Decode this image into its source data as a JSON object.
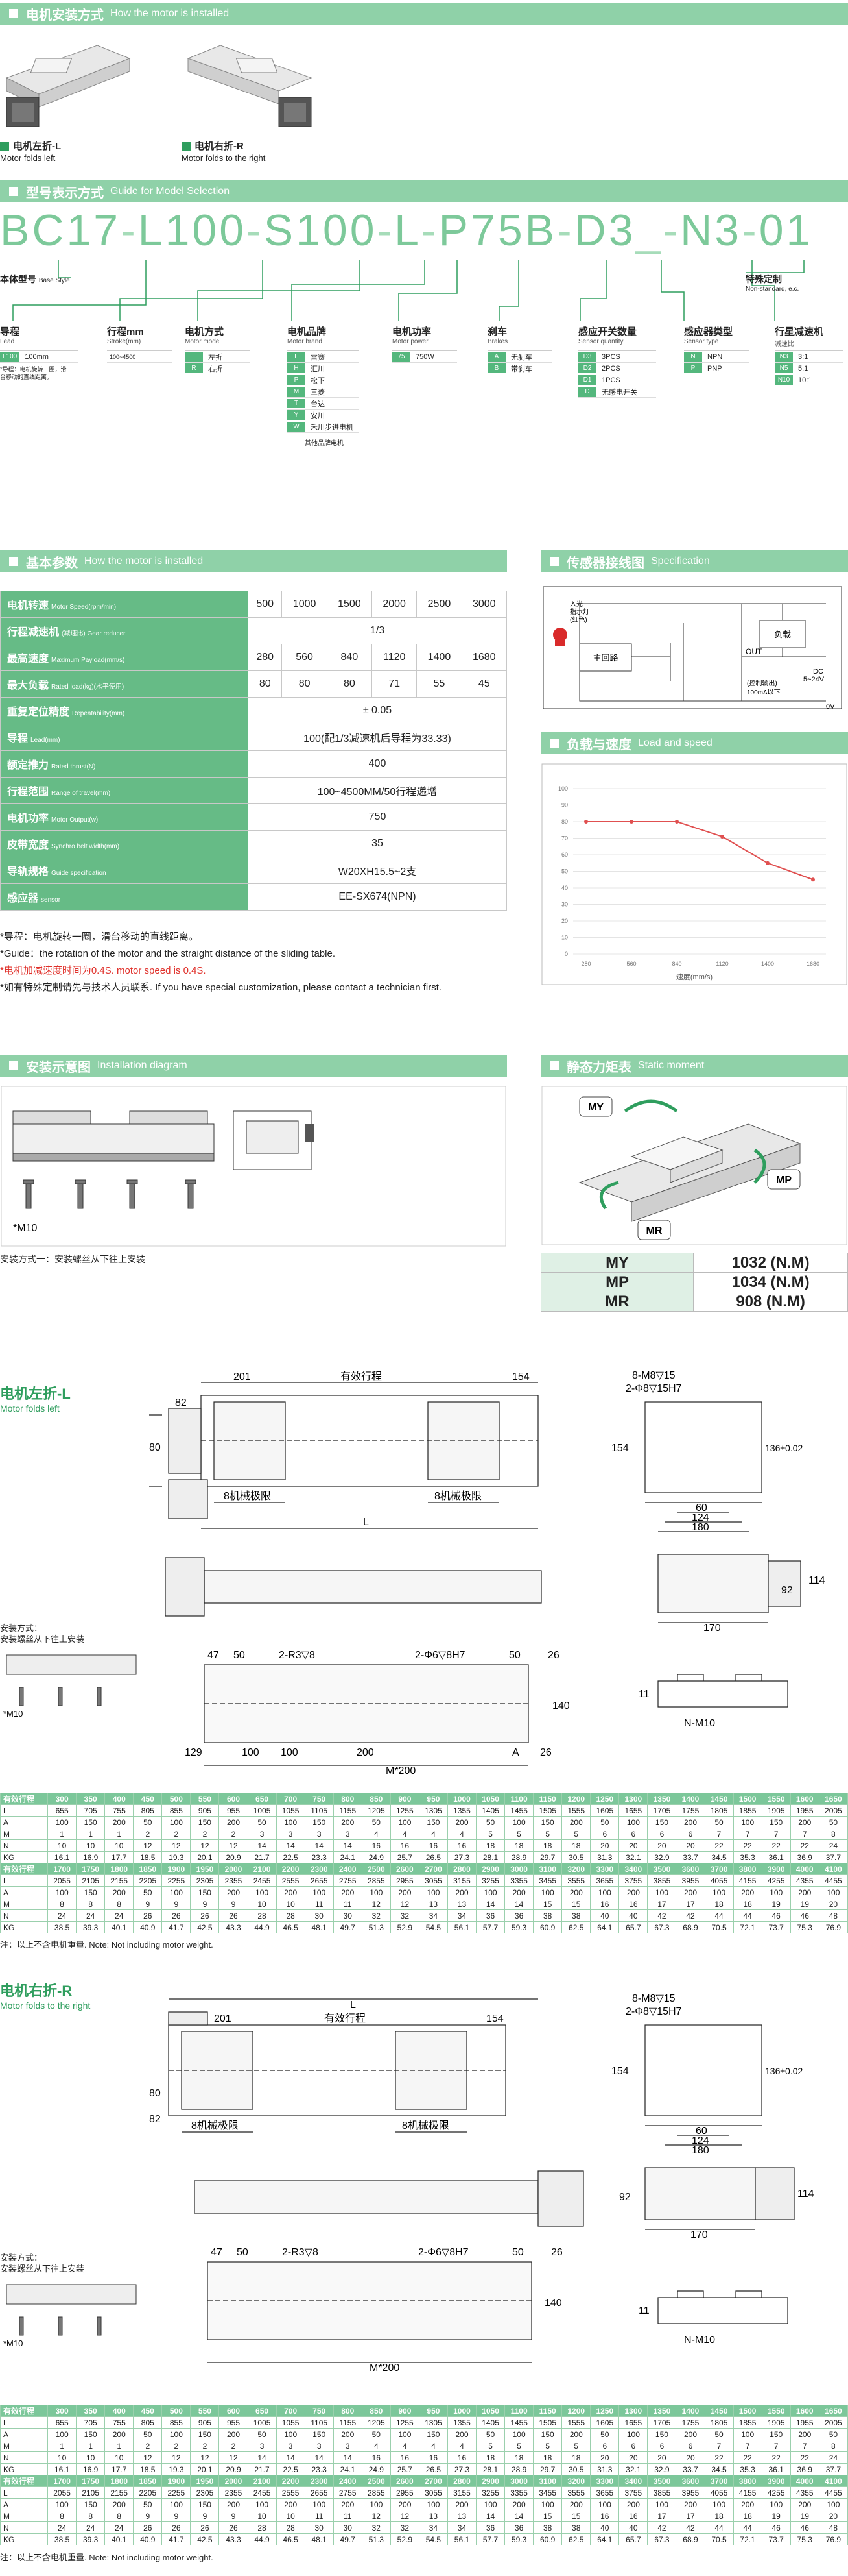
{
  "sections": {
    "install_title": "电机安装方式",
    "install_title_en": "How the motor is installed",
    "model_title": "型号表示方式",
    "model_title_en": "Guide for Model Selection",
    "basic_title": "基本参数",
    "basic_title_en": "How the motor is installed",
    "sensor_title": "传感器接线图",
    "sensor_title_en": "Specification",
    "load_title": "负载与速度",
    "load_title_en": "Load and speed",
    "mount_title": "安装示意图",
    "mount_title_en": "Installation diagram",
    "moment_title": "静态力矩表",
    "moment_title_en": "Static moment"
  },
  "install": {
    "left_label": "电机左折-L",
    "left_en": "Motor folds left",
    "right_label": "电机右折-R",
    "right_en": "Motor folds to the right"
  },
  "model_code": [
    "BC17",
    "-",
    "L100",
    "-",
    "S100",
    "-",
    "L",
    "-",
    "P75B",
    "-",
    "D3",
    "_",
    "-",
    "N3",
    "-",
    "01"
  ],
  "model_fields": {
    "base": "本体型号",
    "base_en": "Base Style",
    "custom": "特殊定制",
    "custom_en": "Non-standard, e.c.",
    "lead": "导程",
    "lead_en": "Lead",
    "lead_chip": "L100",
    "lead_val": "100mm",
    "lead_note": "*导程：电机旋转一圈，滑台移动的直线距离。",
    "stroke": "行程mm",
    "stroke_en": "Stroke(mm)",
    "stroke_val": "100~4500",
    "motor_mode": "电机方式",
    "motor_mode_en": "Motor mode",
    "mode_opts": [
      [
        "L",
        "左折"
      ],
      [
        "R",
        "右折"
      ]
    ],
    "brand": "电机品牌",
    "brand_en": "Motor brand",
    "brand_opts": [
      [
        "L",
        "雷赛"
      ],
      [
        "H",
        "汇川"
      ],
      [
        "P",
        "松下"
      ],
      [
        "M",
        "三菱"
      ],
      [
        "T",
        "台达"
      ],
      [
        "Y",
        "安川"
      ],
      [
        "W",
        "禾川步进电机"
      ]
    ],
    "brand_other": "其他品牌电机",
    "power": "电机功率",
    "power_en": "Motor power",
    "power_chip": "75",
    "power_val": "750W",
    "brake": "刹车",
    "brake_en": "Brakes",
    "brake_opts": [
      [
        "A",
        "无刹车"
      ],
      [
        "B",
        "带刹车"
      ]
    ],
    "sensor_qty": "感应开关数量",
    "sensor_qty_en": "Sensor quantity",
    "sensor_qty_opts": [
      [
        "D3",
        "3PCS"
      ],
      [
        "D2",
        "2PCS"
      ],
      [
        "D1",
        "1PCS"
      ],
      [
        "D",
        "无感电开关"
      ]
    ],
    "sensor_type": "感应器类型",
    "sensor_type_en": "Sensor type",
    "sensor_type_opts": [
      [
        "N",
        "NPN"
      ],
      [
        "P",
        "PNP"
      ]
    ],
    "reducer": "行星减速机",
    "reducer_en": "减速比",
    "reducer_opts": [
      [
        "N3",
        "3:1"
      ],
      [
        "N5",
        "5:1"
      ],
      [
        "N10",
        "10:1"
      ]
    ]
  },
  "spec": {
    "rows": [
      {
        "cn": "电机转速",
        "en": "Motor Speed(rpm/min)",
        "vals": [
          "500",
          "1000",
          "1500",
          "2000",
          "2500",
          "3000"
        ]
      },
      {
        "cn": "行程减速机",
        "en": "(减速比) Gear reducer",
        "span": "1/3"
      },
      {
        "cn": "最高速度",
        "en": "Maximum Payload(mm/s)",
        "vals": [
          "280",
          "560",
          "840",
          "1120",
          "1400",
          "1680"
        ]
      },
      {
        "cn": "最大负载",
        "en": "Rated load(kg)(水平使用)",
        "vals": [
          "80",
          "80",
          "80",
          "71",
          "55",
          "45"
        ]
      },
      {
        "cn": "重复定位精度",
        "en": "Repeatability(mm)",
        "span": "± 0.05"
      },
      {
        "cn": "导程",
        "en": "Lead(mm)",
        "span": "100(配1/3减速机后导程为33.33)"
      },
      {
        "cn": "额定推力",
        "en": "Rated thrust(N)",
        "span": "400"
      },
      {
        "cn": "行程范围",
        "en": "Range of travel(mm)",
        "span": "100~4500MM/50行程递增"
      },
      {
        "cn": "电机功率",
        "en": "Motor Output(w)",
        "span": "750"
      },
      {
        "cn": "皮带宽度",
        "en": "Synchro belt width(mm)",
        "span": "35"
      },
      {
        "cn": "导轨规格",
        "en": "Guide specification",
        "span": "W20XH15.5~2支"
      },
      {
        "cn": "感应器",
        "en": "sensor",
        "span": "EE-SX674(NPN)"
      }
    ],
    "notes": [
      "*导程：电机旋转一圈，滑台移动的直线距离。",
      "*Guide：the rotation of the motor and the straight distance of the sliding table.",
      "*电机加减速度时间为0.4S.   motor speed is 0.4S.",
      "*如有特殊定制请先与技术人员联系.   If you have special customization, please contact a technician first."
    ]
  },
  "sensor": {
    "lamp": "入光\n指示灯\n(红色)",
    "main": "主回路",
    "load": "负载",
    "out": "OUT",
    "dc": "DC\n5~24V",
    "ctrl": "(控制输出)\n100mA以下",
    "zero": "0V"
  },
  "chart_data": {
    "type": "line",
    "title": "",
    "xlabel": "速度(mm/s)",
    "ylabel": "",
    "categories": [
      "280",
      "560",
      "840",
      "1120",
      "1400",
      "1680"
    ],
    "series": [
      {
        "values": [
          80,
          80,
          80,
          71,
          55,
          45
        ]
      }
    ],
    "ylim": [
      0,
      100
    ],
    "yticks": [
      "0",
      "10",
      "20",
      "30",
      "40",
      "50",
      "60",
      "70",
      "80",
      "90",
      "100"
    ],
    "grid": true,
    "color": "#e05050"
  },
  "mount": {
    "bolt": "*M10",
    "method": "安装方式一：安装螺丝从下往上安装"
  },
  "moment": {
    "rows": [
      [
        "MY",
        "1032 (N.M)"
      ],
      [
        "MP",
        "1034 (N.M)"
      ],
      [
        "MR",
        "908 (N.M)"
      ]
    ],
    "labels": {
      "my": "MY",
      "mp": "MP",
      "mr": "MR"
    }
  },
  "left_drawing": {
    "title": "电机左折-L",
    "title_en": "Motor folds left",
    "dims": {
      "d201": "201",
      "eff": "有效行程",
      "d154": "154",
      "d82": "82",
      "d80": "80",
      "lim1": "8机械极限",
      "lim2": "8机械极限",
      "L": "L",
      "hole1": "8-M8▽15",
      "hole2": "2-Φ8▽15H7",
      "d154b": "154",
      "d136": "136±0.02",
      "d60": "60",
      "d124": "124",
      "d180": "180",
      "d92": "92",
      "d114": "114",
      "d170": "170",
      "d47": "47",
      "d50": "50",
      "r3": "2-R3▽8",
      "pin": "2-Φ6▽8H7",
      "d50b": "50",
      "d26": "26",
      "d140": "140",
      "d129": "129",
      "d100": "100",
      "d100b": "100",
      "d200": "200",
      "mstar": "M*200",
      "A": "A",
      "d26b": "26",
      "d11": "11",
      "nm10": "N-M10",
      "mount_note": "安装方式：\n安装螺丝从下往上安装",
      "bolt": "*M10"
    }
  },
  "right_drawing": {
    "title": "电机右折-R",
    "title_en": "Motor folds to the right"
  },
  "dims_table": {
    "top": {
      "h": [
        "有效行程",
        "300",
        "350",
        "400",
        "450",
        "500",
        "550",
        "600",
        "650",
        "700",
        "750",
        "800",
        "850",
        "900",
        "950",
        "1000",
        "1050",
        "1100",
        "1150",
        "1200",
        "1250",
        "1300",
        "1350",
        "1400",
        "1450",
        "1500",
        "1550",
        "1600",
        "1650"
      ],
      "L": [
        "L",
        "655",
        "705",
        "755",
        "805",
        "855",
        "905",
        "955",
        "1005",
        "1055",
        "1105",
        "1155",
        "1205",
        "1255",
        "1305",
        "1355",
        "1405",
        "1455",
        "1505",
        "1555",
        "1605",
        "1655",
        "1705",
        "1755",
        "1805",
        "1855",
        "1905",
        "1955",
        "2005"
      ],
      "A": [
        "A",
        "100",
        "150",
        "200",
        "50",
        "100",
        "150",
        "200",
        "50",
        "100",
        "150",
        "200",
        "50",
        "100",
        "150",
        "200",
        "50",
        "100",
        "150",
        "200",
        "50",
        "100",
        "150",
        "200",
        "50",
        "100",
        "150",
        "200",
        "50"
      ],
      "M": [
        "M",
        "1",
        "1",
        "1",
        "2",
        "2",
        "2",
        "2",
        "3",
        "3",
        "3",
        "3",
        "4",
        "4",
        "4",
        "4",
        "5",
        "5",
        "5",
        "5",
        "6",
        "6",
        "6",
        "6",
        "7",
        "7",
        "7",
        "7",
        "8"
      ],
      "N": [
        "N",
        "10",
        "10",
        "10",
        "12",
        "12",
        "12",
        "12",
        "14",
        "14",
        "14",
        "14",
        "16",
        "16",
        "16",
        "16",
        "18",
        "18",
        "18",
        "18",
        "20",
        "20",
        "20",
        "20",
        "22",
        "22",
        "22",
        "22",
        "24"
      ],
      "KG": [
        "KG",
        "16.1",
        "16.9",
        "17.7",
        "18.5",
        "19.3",
        "20.1",
        "20.9",
        "21.7",
        "22.5",
        "23.3",
        "24.1",
        "24.9",
        "25.7",
        "26.5",
        "27.3",
        "28.1",
        "28.9",
        "29.7",
        "30.5",
        "31.3",
        "32.1",
        "32.9",
        "33.7",
        "34.5",
        "35.3",
        "36.1",
        "36.9",
        "37.7"
      ]
    },
    "bottom": {
      "h": [
        "有效行程",
        "1700",
        "1750",
        "1800",
        "1850",
        "1900",
        "1950",
        "2000",
        "2100",
        "2200",
        "2300",
        "2400",
        "2500",
        "2600",
        "2700",
        "2800",
        "2900",
        "3000",
        "3100",
        "3200",
        "3300",
        "3400",
        "3500",
        "3600",
        "3700",
        "3800",
        "3900",
        "4000",
        "4100"
      ],
      "L": [
        "L",
        "2055",
        "2105",
        "2155",
        "2205",
        "2255",
        "2305",
        "2355",
        "2455",
        "2555",
        "2655",
        "2755",
        "2855",
        "2955",
        "3055",
        "3155",
        "3255",
        "3355",
        "3455",
        "3555",
        "3655",
        "3755",
        "3855",
        "3955",
        "4055",
        "4155",
        "4255",
        "4355",
        "4455"
      ],
      "A": [
        "A",
        "100",
        "150",
        "200",
        "50",
        "100",
        "150",
        "200",
        "100",
        "200",
        "100",
        "200",
        "100",
        "200",
        "100",
        "200",
        "100",
        "200",
        "100",
        "200",
        "100",
        "200",
        "100",
        "200",
        "100",
        "200",
        "100",
        "200",
        "100"
      ],
      "M": [
        "M",
        "8",
        "8",
        "8",
        "9",
        "9",
        "9",
        "9",
        "10",
        "10",
        "11",
        "11",
        "12",
        "12",
        "13",
        "13",
        "14",
        "14",
        "15",
        "15",
        "16",
        "16",
        "17",
        "17",
        "18",
        "18",
        "19",
        "19",
        "20"
      ],
      "N": [
        "N",
        "24",
        "24",
        "24",
        "26",
        "26",
        "26",
        "26",
        "28",
        "28",
        "30",
        "30",
        "32",
        "32",
        "34",
        "34",
        "36",
        "36",
        "38",
        "38",
        "40",
        "40",
        "42",
        "42",
        "44",
        "44",
        "46",
        "46",
        "48"
      ],
      "KG": [
        "KG",
        "38.5",
        "39.3",
        "40.1",
        "40.9",
        "41.7",
        "42.5",
        "43.3",
        "44.9",
        "46.5",
        "48.1",
        "49.7",
        "51.3",
        "52.9",
        "54.5",
        "56.1",
        "57.7",
        "59.3",
        "60.9",
        "62.5",
        "64.1",
        "65.7",
        "67.3",
        "68.9",
        "70.5",
        "72.1",
        "73.7",
        "75.3",
        "76.9"
      ]
    },
    "note": "注：以上不含电机重量. Note: Not including motor weight."
  }
}
